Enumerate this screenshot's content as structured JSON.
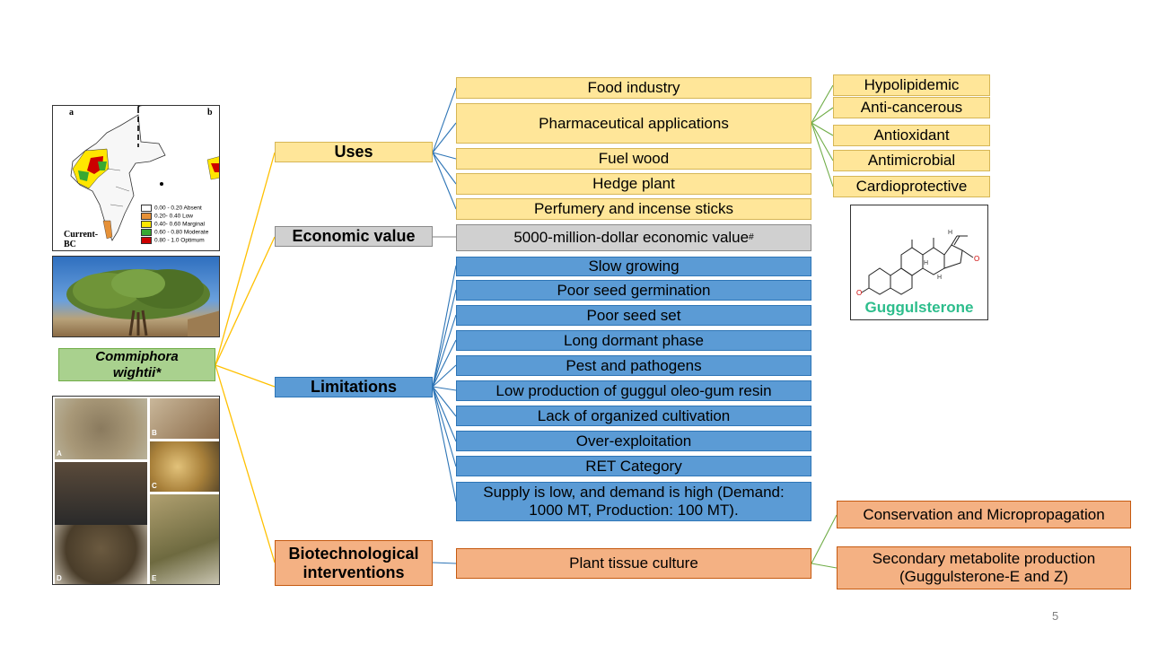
{
  "diagram": {
    "root": {
      "label": "Commiphora wightii*"
    },
    "uses": {
      "header": "Uses",
      "items": [
        "Food industry",
        "Pharmaceutical applications",
        "Fuel wood",
        "Hedge plant",
        "Perfumery and incense sticks"
      ],
      "pharma_effects": [
        "Hypolipidemic",
        "Anti-cancerous",
        "Antioxidant",
        "Antimicrobial",
        "Cardioprotective"
      ]
    },
    "economic": {
      "header": "Economic value",
      "item": "5000-million-dollar economic value",
      "item_sup": "#"
    },
    "limitations": {
      "header": "Limitations",
      "items": [
        "Slow growing",
        "Poor seed germination",
        "Poor seed set",
        "Long dormant phase",
        "Pest and pathogens",
        "Low production of guggul oleo-gum resin",
        "Lack of organized cultivation",
        "Over-exploitation",
        "RET Category",
        "Supply is low, and demand is high (Demand: 1000 MT, Production: 100 MT)."
      ]
    },
    "biotech": {
      "header": "Biotechnological interventions",
      "item": "Plant tissue culture",
      "outcomes": [
        "Conservation and Micropropagation",
        "Secondary metabolite production (Guggulsterone-E and Z)"
      ]
    },
    "compound": {
      "name": "Guggulsterone"
    },
    "map": {
      "panel_a": "a",
      "panel_b": "b",
      "caption": "Current-BC",
      "legend": [
        {
          "label": "0.00 - 0.20 Absent",
          "color": "#ffffff"
        },
        {
          "label": "0.20- 0.40 Low",
          "color": "#e69138"
        },
        {
          "label": "0.40- 0.60 Marginal",
          "color": "#ffe600"
        },
        {
          "label": "0.60 - 0.80 Moderate",
          "color": "#38a832"
        },
        {
          "label": "0.80 - 1.0 Optimum",
          "color": "#cc0000"
        }
      ]
    },
    "photo_panels": [
      "A",
      "B",
      "C",
      "D",
      "E"
    ]
  },
  "page": {
    "number": "5"
  }
}
